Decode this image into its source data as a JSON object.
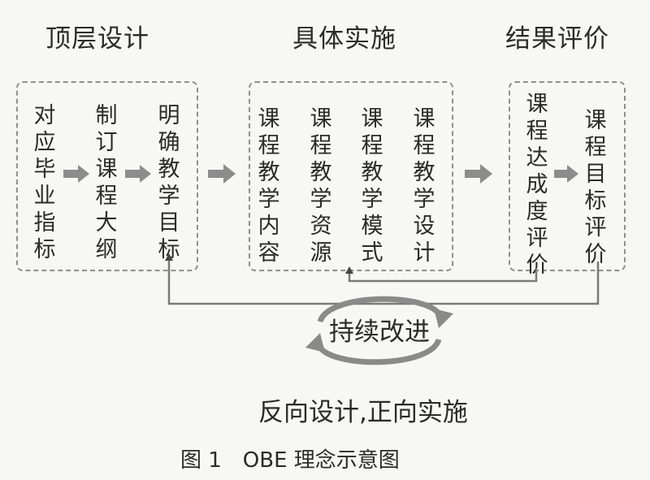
{
  "headings": {
    "top_design": "顶层设计",
    "implementation": "具体实施",
    "evaluation": "结果评价"
  },
  "top_design_steps": [
    "对应毕业指标",
    "制订课程大纲",
    "明确教学目标"
  ],
  "implementation_steps": [
    "课程教学内容",
    "课程教学资源",
    "课程教学模式",
    "课程教学设计"
  ],
  "evaluation_steps": [
    "课程达成度评价",
    "课程目标评价"
  ],
  "loop_label": "持续改进",
  "subtitle": "反向设计,正向实施",
  "caption": "图 1　OBE 理念示意图"
}
